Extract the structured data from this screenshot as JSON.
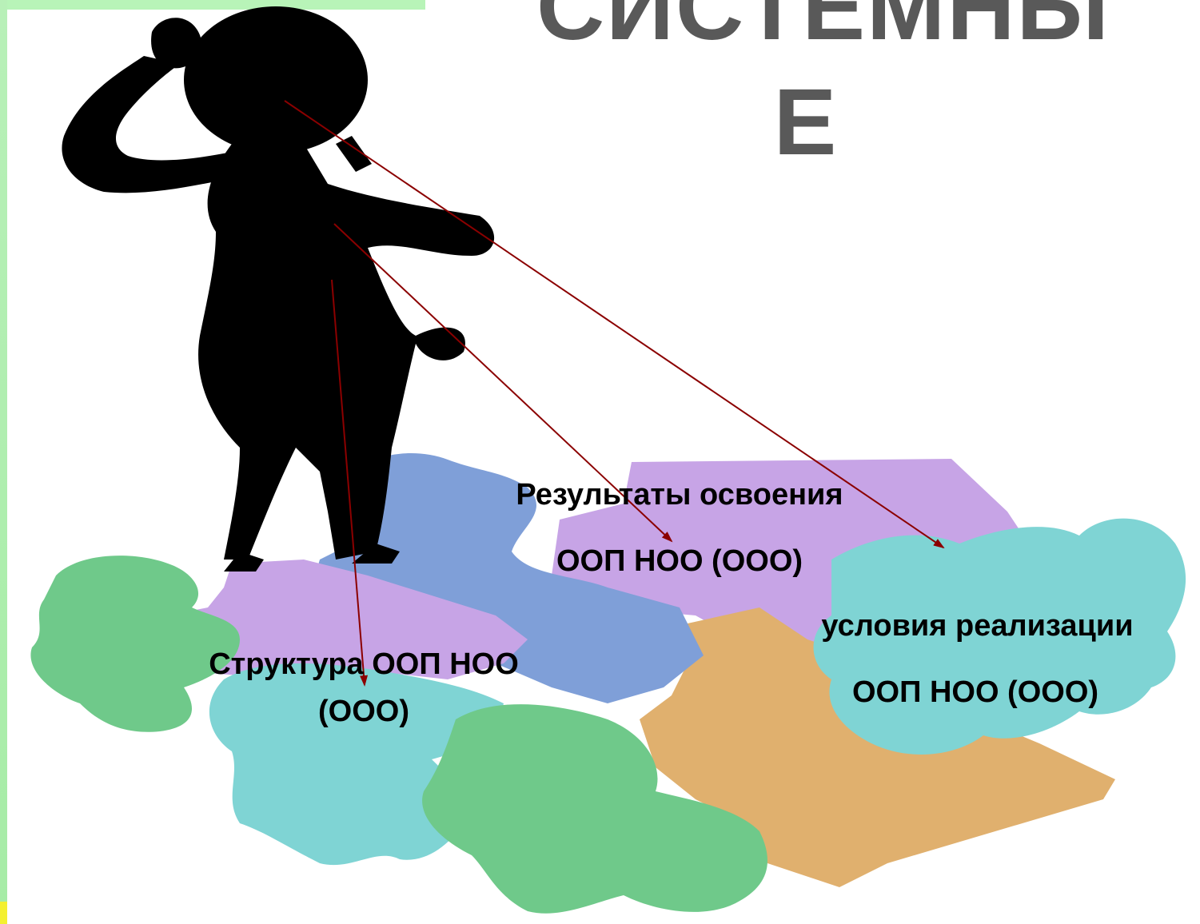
{
  "title": {
    "line1": "СИСТЕМНЫ",
    "line2": "Е"
  },
  "labels": {
    "results": {
      "line1": "Результаты освоения",
      "line2": "ООП НОО  (ООО)"
    },
    "conditions": {
      "line1": "условия реализации",
      "line2": "ООП НОО  (ООО)"
    },
    "structure": {
      "line1": "Структура ООП НОО",
      "line2": "(ООО)"
    }
  },
  "colors": {
    "title": "#595959",
    "arrow": "#8b0000",
    "silhouette": "#000000",
    "puzzle_green": "#6fc98a",
    "puzzle_blue": "#7f9fd8",
    "puzzle_purple": "#c7a4e6",
    "puzzle_teal": "#7fd4d4",
    "puzzle_orange": "#e0b06e",
    "left_bar": "#a8eca8"
  },
  "icons": [
    "thinking-person-silhouette",
    "jigsaw-puzzle-pieces"
  ]
}
